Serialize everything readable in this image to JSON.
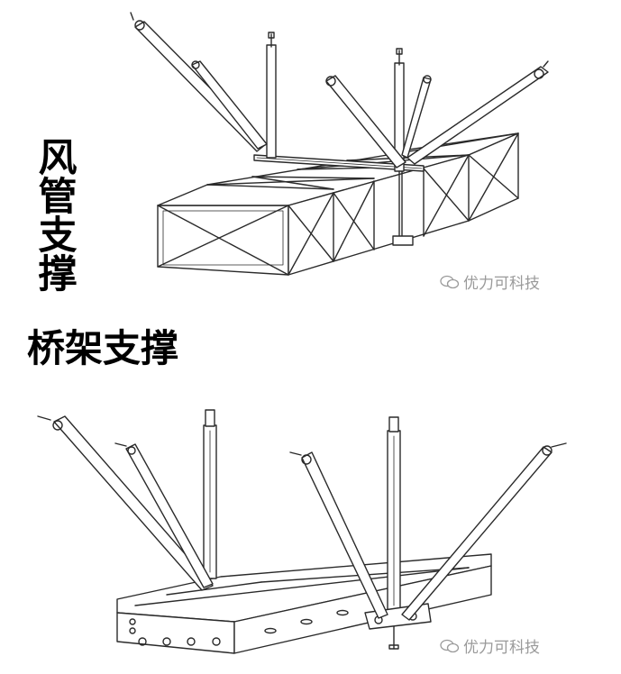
{
  "duct_support": {
    "label": "风管支撑",
    "watermark": "优力可科技"
  },
  "tray_support": {
    "label": "桥架支撑",
    "watermark": "优力可科技"
  },
  "colors": {
    "line": "#2a2a2a",
    "watermark": "#9a9a9a"
  }
}
